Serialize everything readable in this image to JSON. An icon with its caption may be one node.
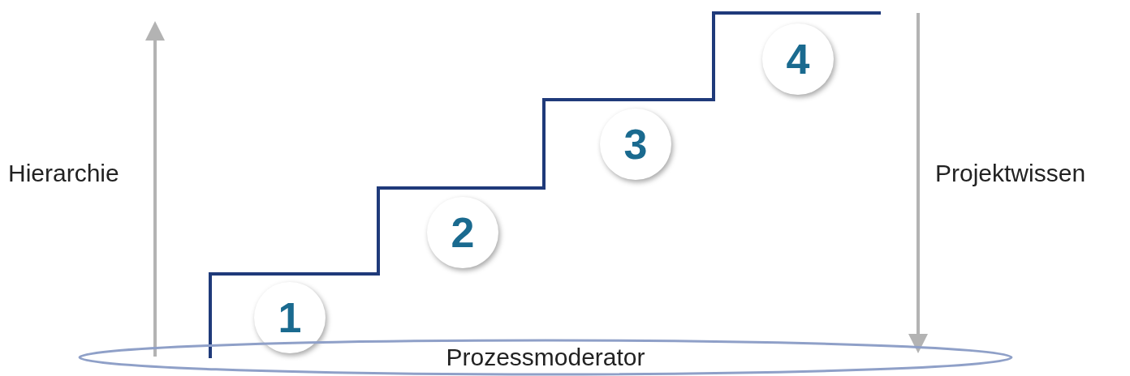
{
  "diagram": {
    "nodes": [
      {
        "text": [
          "1"
        ]
      },
      {
        "text": [
          "2"
        ]
      },
      {
        "text": [
          "3"
        ]
      },
      {
        "text": [
          "4"
        ]
      },
      {
        "text": [
          "Prozessmoderator"
        ]
      }
    ],
    "labels": [
      "Hierarchie",
      "Projektwissen"
    ]
  }
}
